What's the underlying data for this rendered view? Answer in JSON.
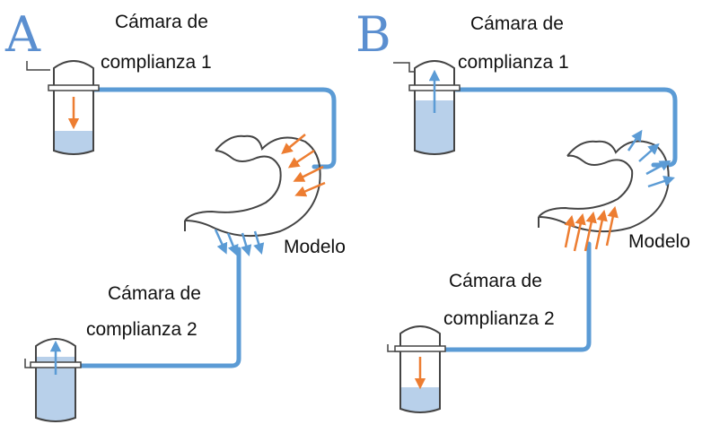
{
  "panels": [
    {
      "letter": "A",
      "chamber1": {
        "line1": "Cámara de",
        "line2": "complianza 1"
      },
      "chamber2": {
        "line1": "Cámara de",
        "line2": "complianza 2"
      },
      "model_label": "Modelo"
    },
    {
      "letter": "B",
      "chamber1": {
        "line1": "Cámara de",
        "line2": "complianza 1"
      },
      "chamber2": {
        "line1": "Cámara de",
        "line2": "complianza 2"
      },
      "model_label": "Modelo"
    }
  ],
  "colors": {
    "tube": "#5b9bd5",
    "fluid": "#b8d0ea",
    "arrow_blue": "#5b9bd5",
    "arrow_orange": "#ed7d31",
    "outline": "#444444",
    "letter": "#5b8fd0"
  },
  "icons": [
    "compliance-chamber-icon",
    "stomach-model-icon",
    "flow-arrow-icon"
  ]
}
